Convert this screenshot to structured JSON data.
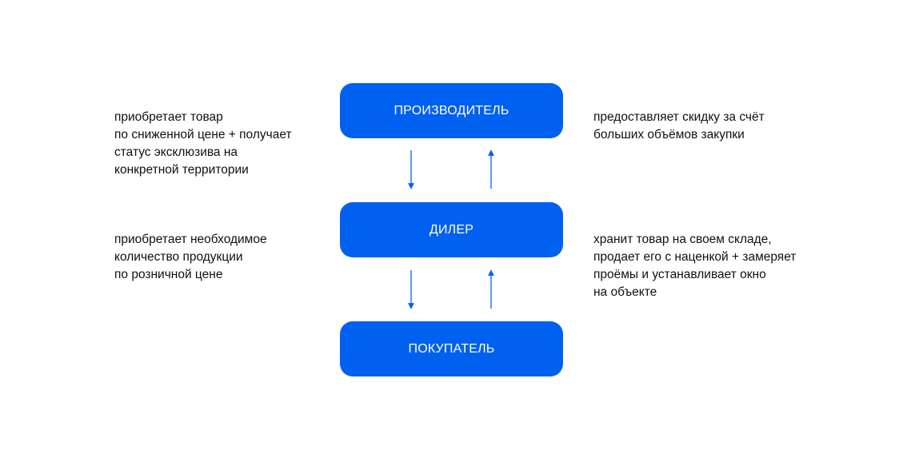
{
  "nodes": {
    "producer": "ПРОИЗВОДИТЕЛЬ",
    "dealer": "ДИЛЕР",
    "buyer": "ПОКУПАТЕЛЬ"
  },
  "notes": {
    "left_top": [
      "приобретает товар",
      "по сниженной цене + получает",
      "статус эксклюзива на",
      "конкретной территории"
    ],
    "right_top": [
      "предоставляет скидку за счёт",
      "больших объёмов закупки"
    ],
    "left_bottom": [
      "приобретает необходимое",
      "количество продукции",
      "по розничной цене"
    ],
    "right_bottom": [
      "хранит товар на своем складе,",
      "продает его с наценкой + замеряет",
      "проёмы и устанавливает окно",
      "на объекте"
    ]
  },
  "colors": {
    "node_fill": "#0060f0",
    "arrow": "#0060f0",
    "text": "#111111"
  }
}
